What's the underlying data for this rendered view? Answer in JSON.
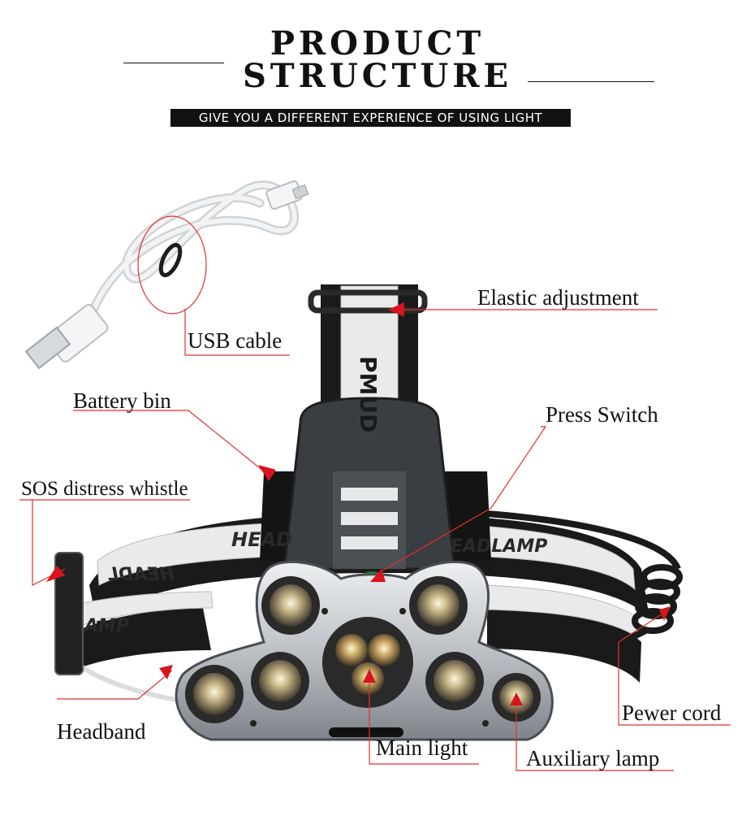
{
  "header": {
    "title_line1": "PRODUCT",
    "title_line2": "STRUCTURE",
    "subtitle": "GIVE YOU A DIFFERENT EXPERIENCE OF USING LIGHT"
  },
  "labels": {
    "usb_cable": "USB cable",
    "elastic_adjustment": "Elastic adjustment",
    "battery_bin": "Battery bin",
    "press_switch": "Press Switch",
    "sos_whistle": "SOS distress whistle",
    "headband": "Headband",
    "main_light": "Main light",
    "auxiliary_lamp": "Auxiliary lamp",
    "power_cord": "Pewer cord"
  },
  "strap_texts": {
    "top_strap": "PMUD",
    "band_left": "HEADL",
    "band_center": "HEAD",
    "band_right": "EADLAMP",
    "band_lower": "AMP"
  },
  "colors": {
    "callout_line": "#e0322c",
    "arrow_red": "#d8141c",
    "switch_green": "#3fd04a"
  }
}
